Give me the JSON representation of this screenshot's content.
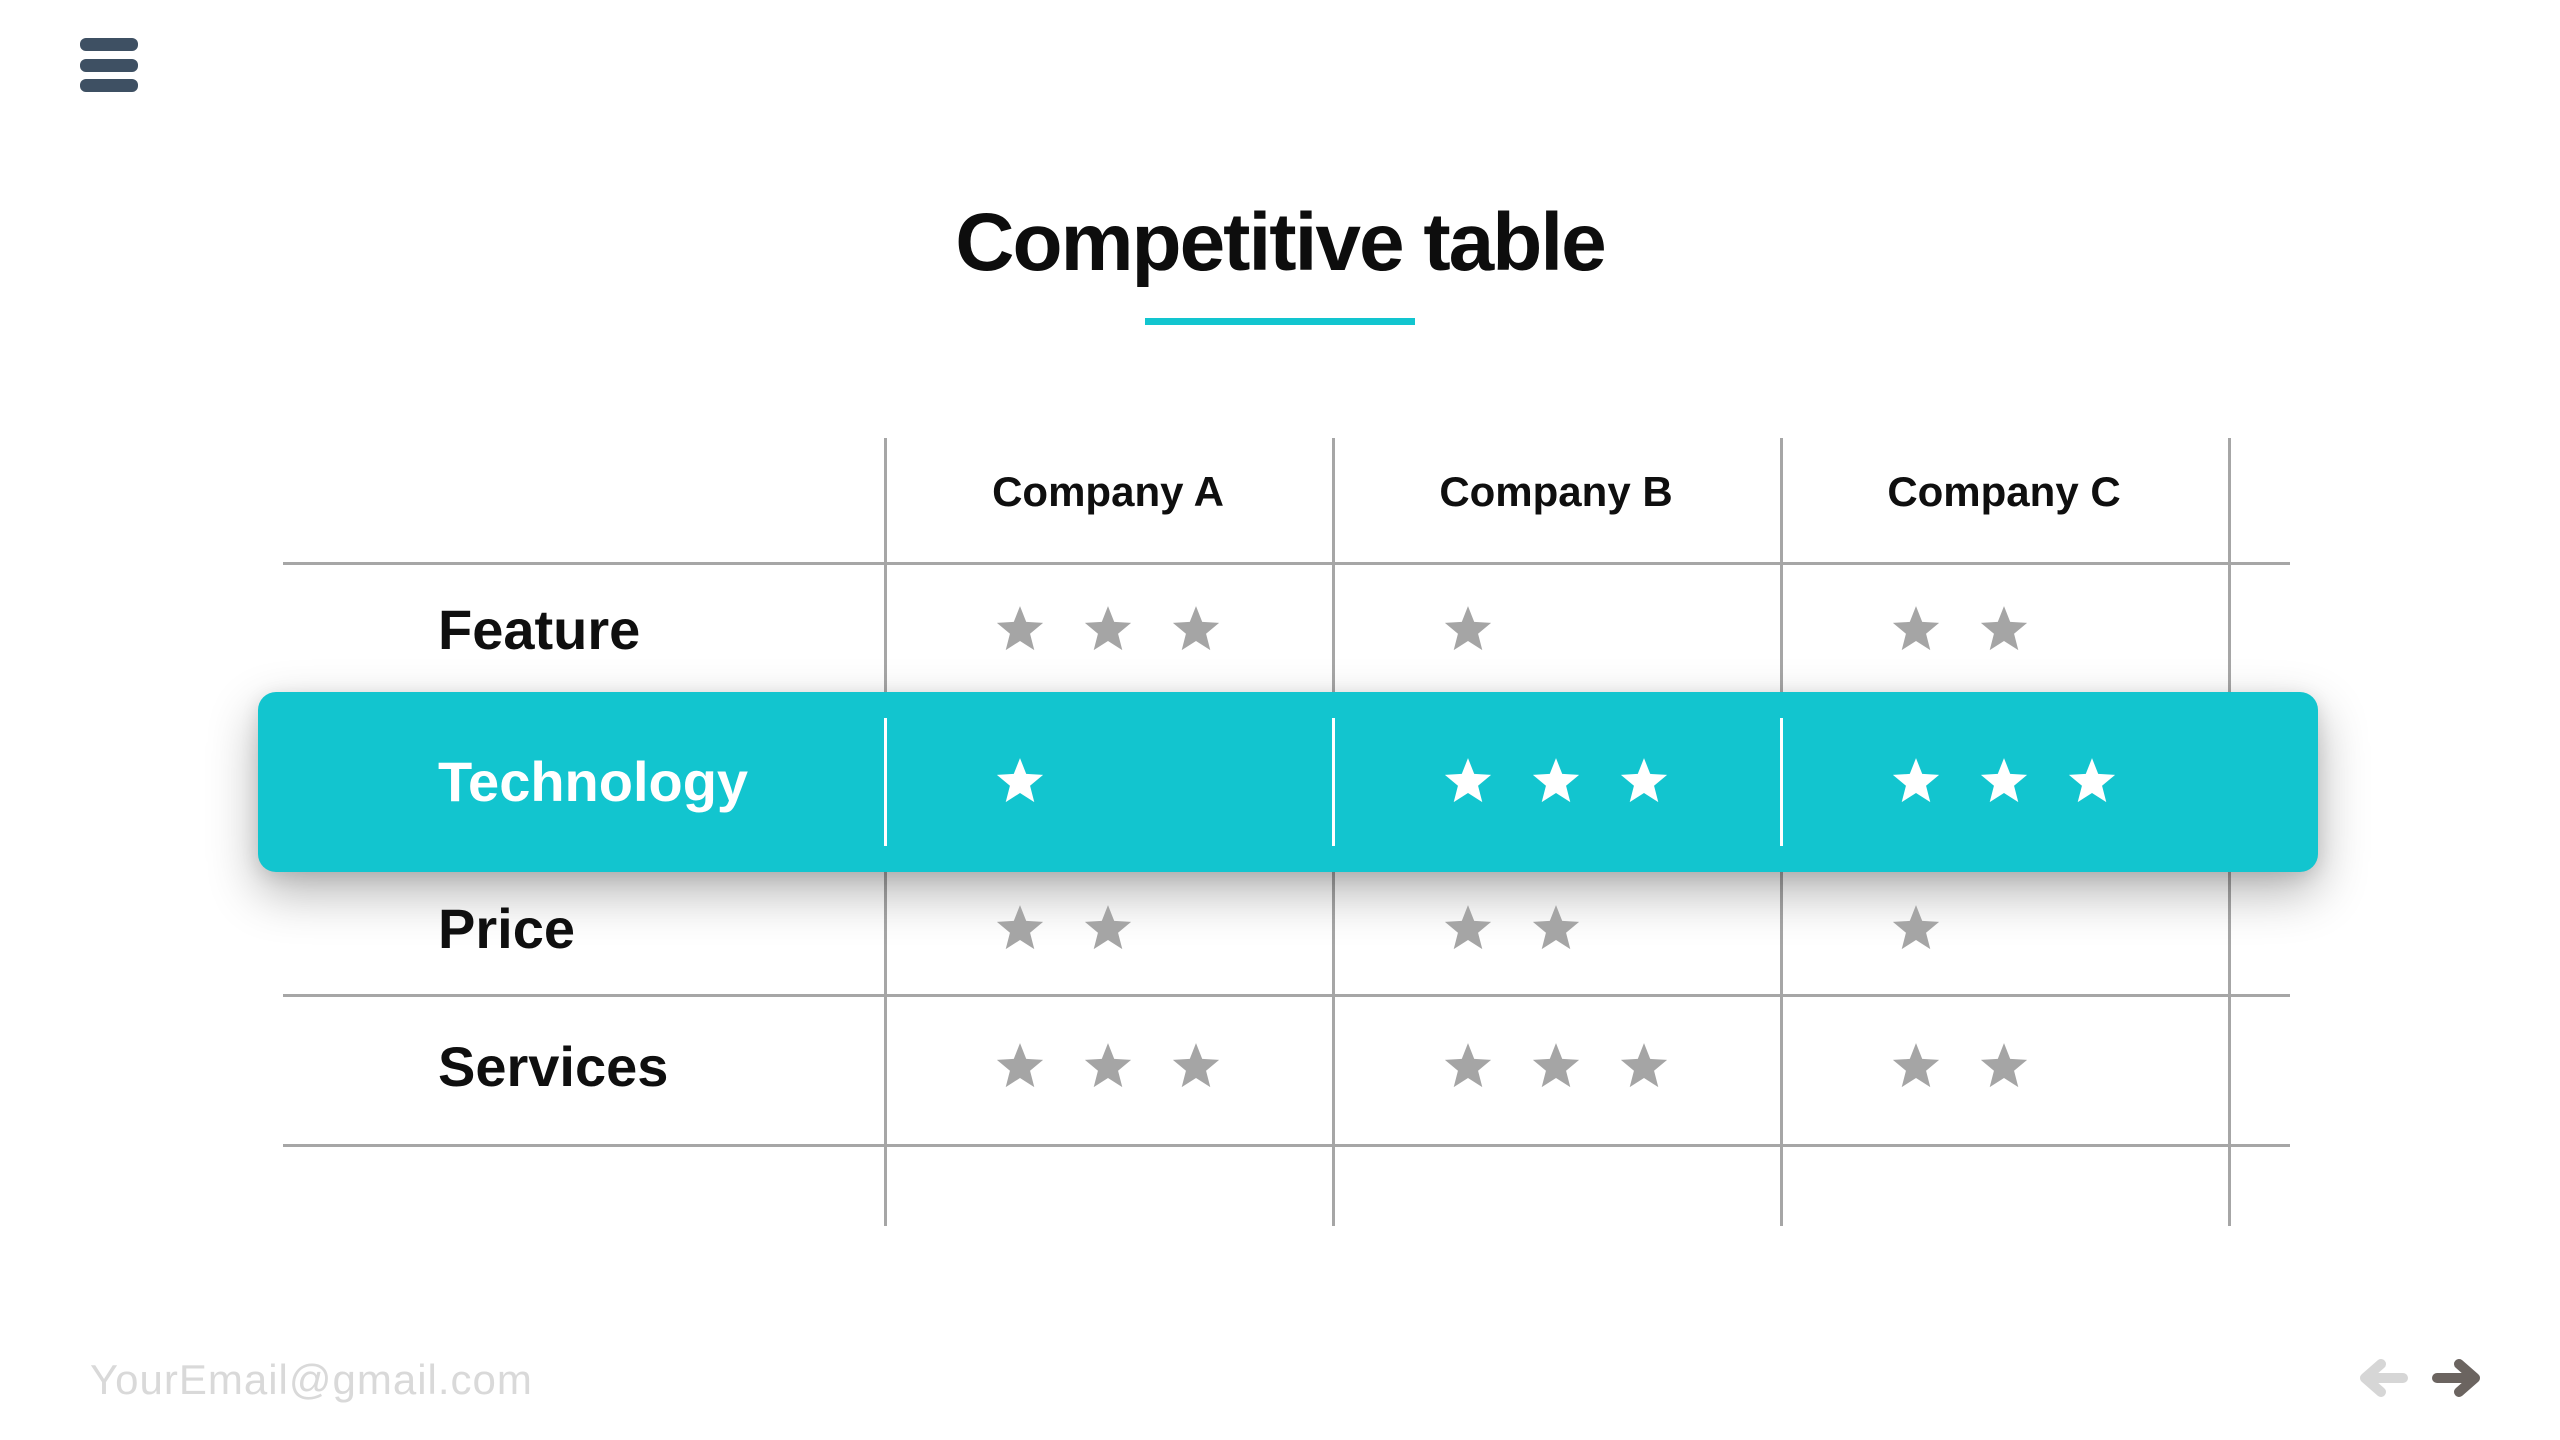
{
  "nav": {
    "menu_icon": "hamburger-icon"
  },
  "header": {
    "title": "Competitive table"
  },
  "table": {
    "columns": [
      {
        "label": "Company A"
      },
      {
        "label": "Company B"
      },
      {
        "label": "Company C"
      }
    ],
    "max_stars": 3,
    "rows": [
      {
        "label": "Feature",
        "highlighted": false,
        "stars": [
          3,
          1,
          2
        ]
      },
      {
        "label": "Technology",
        "highlighted": true,
        "stars": [
          1,
          3,
          3
        ]
      },
      {
        "label": "Price",
        "highlighted": false,
        "stars": [
          2,
          2,
          1
        ]
      },
      {
        "label": "Services",
        "highlighted": false,
        "stars": [
          3,
          3,
          2
        ]
      }
    ]
  },
  "footer": {
    "email": "YourEmail@gmail.com",
    "prev_icon": "arrow-left-icon",
    "next_icon": "arrow-right-icon"
  },
  "icons": {
    "star": "star-icon"
  },
  "colors": {
    "accent_teal": "#12C5CF",
    "menu_dark": "#3E5063",
    "title_black": "#0D0D0D",
    "grid_line": "#A6A6A6",
    "star_gray": "#A5A5A5",
    "star_white": "#FFFFFF",
    "email_gray": "#D9D9D9",
    "arrow_prev": "#D6D6D6",
    "arrow_next": "#6B6460"
  }
}
